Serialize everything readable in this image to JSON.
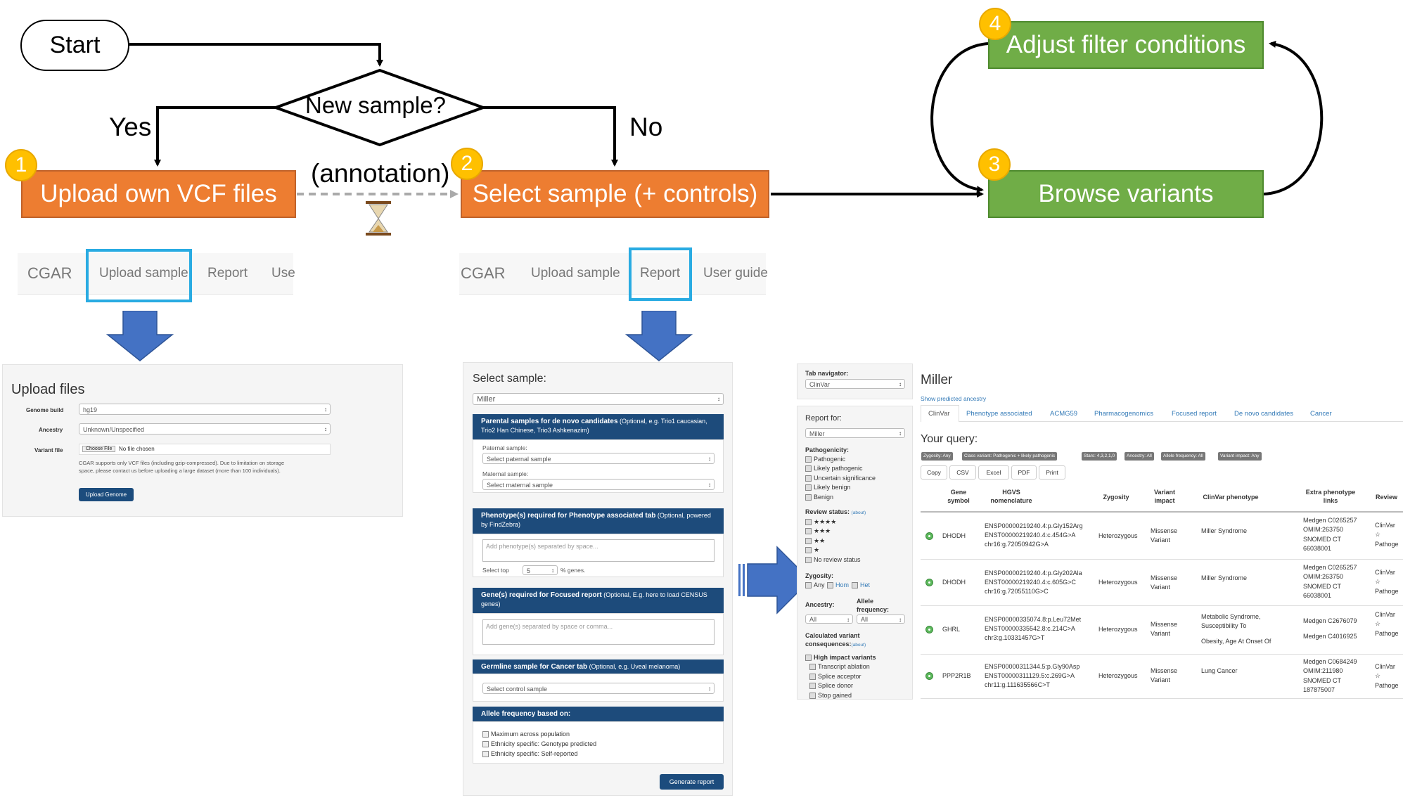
{
  "flow": {
    "start": "Start",
    "decision": "New sample?",
    "yes": "Yes",
    "no": "No",
    "upload": "Upload own VCF files",
    "annotation": "(annotation)",
    "select": "Select sample (+ controls)",
    "browse": "Browse variants",
    "adjust": "Adjust filter conditions",
    "badge1": "1",
    "badge2": "2",
    "badge3": "3",
    "badge4": "4",
    "colors": {
      "orange": "#ED7D31",
      "green": "#70AD47",
      "badge": "#FFC000",
      "highlight": "#29ABE2",
      "arrow": "#4472C4"
    }
  },
  "nav_left": {
    "brand": "CGAR",
    "upload": "Upload sample",
    "report": "Report",
    "guide": "Use"
  },
  "nav_mid": {
    "brand": "CGAR",
    "upload": "Upload sample",
    "report": "Report",
    "guide": "User guide"
  },
  "upload_panel": {
    "title": "Upload files",
    "genome_label": "Genome build",
    "genome_value": "hg19",
    "ancestry_label": "Ancestry",
    "ancestry_value": "Unknown/Unspecified",
    "variant_label": "Variant file",
    "choose_file": "Choose File",
    "no_file": "No file chosen",
    "note_line1": "CGAR supports only VCF files (including gzip-compressed). Due to limitation on storage",
    "note_line2": "space, please contact us before uploading a large dataset (more than 100 individuals).",
    "button": "Upload Genome"
  },
  "select_panel": {
    "title": "Select sample:",
    "sample_value": "Miller",
    "parental_head_bold": "Parental samples for de novo candidates",
    "parental_head_rest": " (Optional, e.g. Trio1 caucasian, Trio2 Han Chinese, Trio3 Ashkenazim)",
    "paternal_label": "Paternal sample:",
    "paternal_value": "Select paternal sample",
    "maternal_label": "Maternal sample:",
    "maternal_value": "Select maternal sample",
    "phenotype_head_bold": "Phenotype(s) required for Phenotype associated tab",
    "phenotype_head_rest": " (Optional, powered by FindZebra)",
    "phenotype_placeholder": "Add phenotype(s) separated by space...",
    "select_top": "Select top",
    "top_value": "5",
    "genes_suffix": "% genes.",
    "gene_head_bold": "Gene(s) required for Focused report",
    "gene_head_rest": " (Optional, E.g. here to load CENSUS genes)",
    "gene_placeholder": "Add gene(s) separated by space or comma...",
    "germline_head_bold": "Germline sample for Cancer tab",
    "germline_head_rest": " (Optional, e.g. Uveal melanoma)",
    "control_value": "Select control sample",
    "allele_head": "Allele frequency based on:",
    "opt1": "Maximum across population",
    "opt2": "Ethnicity specific: Genotype predicted",
    "opt3": "Ethnicity specific: Self-reported",
    "button": "Generate report"
  },
  "sidebar": {
    "tabnav_label": "Tab navigator:",
    "tabnav_value": "ClinVar",
    "report_for": "Report for:",
    "report_value": "Miller",
    "pathogenicity": "Pathogenicity:",
    "p1": "Pathogenic",
    "p2": "Likely pathogenic",
    "p3": "Uncertain significance",
    "p4": "Likely benign",
    "p5": "Benign",
    "review_status": "Review status:",
    "about": "(about)",
    "r1": "★★★★",
    "r2": "★★★",
    "r3": "★★",
    "r4": "★",
    "r5": "No review status",
    "zygosity": "Zygosity:",
    "z_any": "Any",
    "z_hom": "Hom",
    "z_het": "Het",
    "ancestry": "Ancestry:",
    "allele_freq": "Allele frequency:",
    "ancestry_value": "All",
    "allele_value": "All",
    "calc_cons": "Calculated variant consequences:",
    "about2": "(about)",
    "hi": "High impact variants",
    "c1": "Transcript ablation",
    "c2": "Splice acceptor",
    "c3": "Splice donor",
    "c4": "Stop gained"
  },
  "report": {
    "title": "Miller",
    "ancestry_link": "Show predicted ancestry",
    "tabs": [
      "ClinVar",
      "Phenotype associated",
      "ACMG59",
      "Pharmacogenomics",
      "Focused report",
      "De novo candidates",
      "Cancer"
    ],
    "query_label": "Your query:",
    "tags": [
      "Zygosity: Any",
      "Class variant: Pathogenic + likely pathogenic",
      "Stars: 4,3,2,1,0",
      "Ancestry: All",
      "Allele frequency: All",
      "Variant impact: Any"
    ],
    "buttons": [
      "Copy",
      "CSV",
      "Excel",
      "PDF",
      "Print"
    ],
    "headers": {
      "gene": "Gene symbol",
      "hgvs": "HGVS nomenclature",
      "zyg": "Zygosity",
      "impact": "Variant impact",
      "clinvar": "ClinVar phenotype",
      "extra": "Extra phenotype links",
      "review": "Review"
    },
    "rows": [
      {
        "gene": "DHODH",
        "h1": "ENSP00000219240.4:p.Gly152Arg",
        "h2": "ENST00000219240.4:c.454G>A",
        "h3": "chr16:g.72050942G>A",
        "zyg": "Heterozygous",
        "imp1": "Missense",
        "imp2": "Variant",
        "phen1": "Miller Syndrome",
        "phen2": "",
        "l1": "Medgen C0265257",
        "l2": "OMIM:263750",
        "l3": "SNOMED CT",
        "l4": "66038001",
        "rv1": "ClinVar",
        "rv2": "☆",
        "rv3": "Pathoge"
      },
      {
        "gene": "DHODH",
        "h1": "ENSP00000219240.4:p.Gly202Ala",
        "h2": "ENST00000219240.4:c.605G>C",
        "h3": "chr16:g.72055110G>C",
        "zyg": "Heterozygous",
        "imp1": "Missense",
        "imp2": "Variant",
        "phen1": "Miller Syndrome",
        "phen2": "",
        "l1": "Medgen C0265257",
        "l2": "OMIM:263750",
        "l3": "SNOMED CT",
        "l4": "66038001",
        "rv1": "ClinVar",
        "rv2": "☆",
        "rv3": "Pathoge"
      },
      {
        "gene": "GHRL",
        "h1": "ENSP00000335074.8:p.Leu72Met",
        "h2": "ENST00000335542.8:c.214C>A",
        "h3": "chr3:g.10331457G>T",
        "zyg": "Heterozygous",
        "imp1": "Missense",
        "imp2": "Variant",
        "phen1": "Metabolic Syndrome, Susceptibility To",
        "phen2": "Obesity, Age At Onset Of",
        "l1": "Medgen C2676079",
        "l2": "Medgen C4016925",
        "l3": "",
        "l4": "",
        "rv1": "ClinVar",
        "rv2": "☆",
        "rv3": "Pathoge"
      },
      {
        "gene": "PPP2R1B",
        "h1": "ENSP00000311344.5:p.Gly90Asp",
        "h2": "ENST00000311129.5:c.269G>A",
        "h3": "chr11:g.111635566C>T",
        "zyg": "Heterozygous",
        "imp1": "Missense",
        "imp2": "Variant",
        "phen1": "Lung Cancer",
        "phen2": "",
        "l1": "Medgen C0684249",
        "l2": "OMIM:211980",
        "l3": "SNOMED CT",
        "l4": "187875007",
        "rv1": "ClinVar",
        "rv2": "☆",
        "rv3": "Pathoge"
      }
    ]
  }
}
